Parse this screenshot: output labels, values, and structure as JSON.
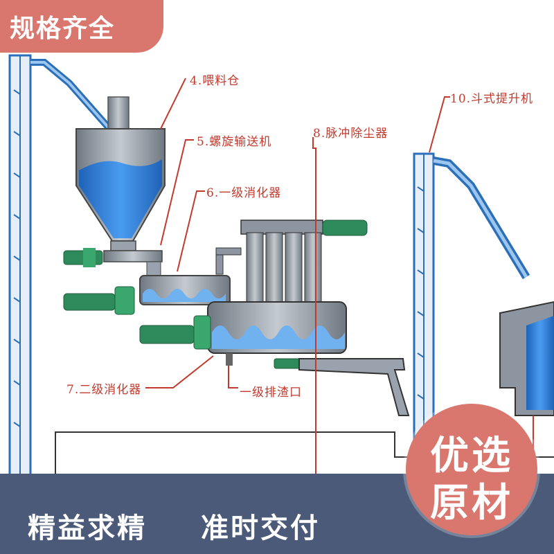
{
  "corner_badge": {
    "text": "规格齐全"
  },
  "labels": {
    "feed_bin": "4.喂料仓",
    "screw_conveyor": "5.螺旋输送机",
    "primary_digester": "6.一级消化器",
    "pulse_dust_collector": "8.脉冲除尘器",
    "bucket_elevator": "10.斗式提升机",
    "secondary_digester": "7.二级消化器",
    "primary_slag_outlet": "一级排渣口"
  },
  "slogans": {
    "left": "精益求精",
    "right": "准时交付"
  },
  "round_badge": {
    "line1": "优选",
    "line2": "原材"
  },
  "colors": {
    "leader_line": "#c23a2e",
    "frame_blue": "#2b6fb8",
    "fill_blue": "#2f7fd6",
    "motor_green": "#2e8a5a",
    "vessel_gray": "#8d96a0",
    "band": "#4a5a78",
    "badge": "#d9776f"
  }
}
